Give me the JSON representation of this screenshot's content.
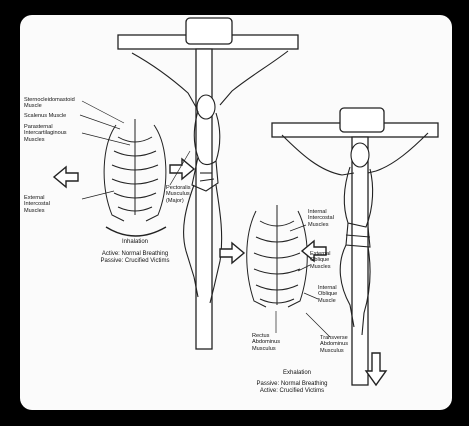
{
  "colors": {
    "background": "#000000",
    "paper": "#fbfbfb",
    "ink": "#111111"
  },
  "top_figure": {
    "labels": {
      "sternocleidomastoid": "Sternocleidomastoid\nMuscle",
      "scalenus": "Scalenus Muscle",
      "parasternal": "Parasternal\nIntercartilaginous\nMuscles",
      "external_intercostal": "External\nIntercostal\nMuscles",
      "pectoralis": "Pectoralis\nMusculus\n(Major)"
    },
    "caption_title": "Inhalation",
    "caption_lines": "Active: Normal Breathing\nPassive: Crucified Victims"
  },
  "bottom_figure": {
    "labels": {
      "internal_intercostal": "Internal\nIntercostal\nMuscles",
      "external_oblique": "External\nOblique\nMuscles",
      "internal_oblique": "Internal\nOblique\nMuscle",
      "rectus": "Rectus\nAbdominus\nMusculus",
      "transverse": "Transverse\nAbdominus\nMusculus"
    },
    "caption_title": "Exhalation",
    "caption_lines": "Passive: Normal Breathing\nActive: Crucified Victims"
  }
}
